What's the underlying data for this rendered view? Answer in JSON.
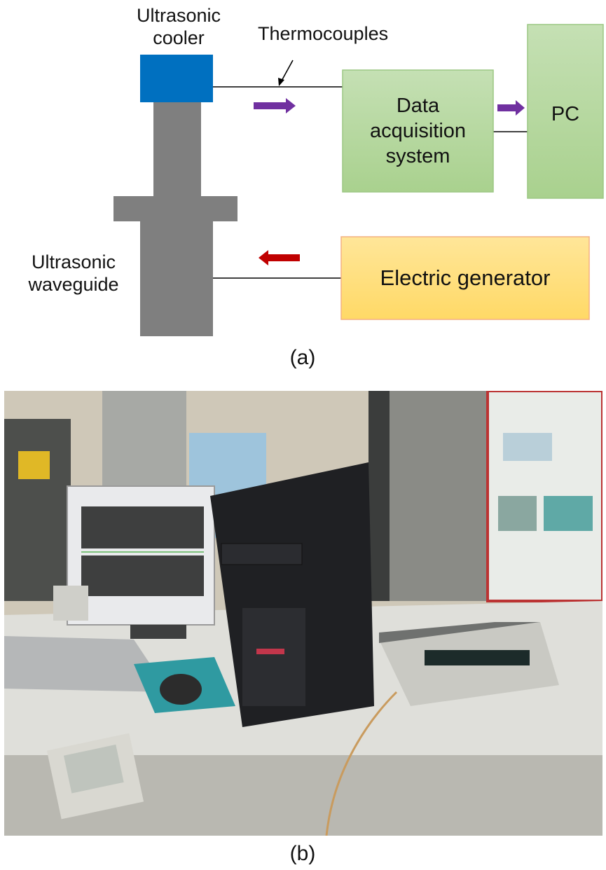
{
  "figure_a": {
    "label_cooler": "Ultrasonic\ncooler",
    "label_thermocouples": "Thermocouples",
    "label_waveguide": "Ultrasonic\nwaveguide",
    "box_daq": "Data\nacquisition\nsystem",
    "box_pc": "PC",
    "box_generator": "Electric generator",
    "caption": "(a)",
    "colors": {
      "cooler": "#0070c0",
      "waveguide": "#7f7f7f",
      "green_fill": "#a9d18e",
      "green_border": "#9cc783",
      "orange_fill": "#ffd966",
      "orange_border": "#f4b183",
      "arrow_purple": "#7030a0",
      "arrow_red": "#c00000"
    }
  },
  "figure_b": {
    "caption": "(b)"
  }
}
